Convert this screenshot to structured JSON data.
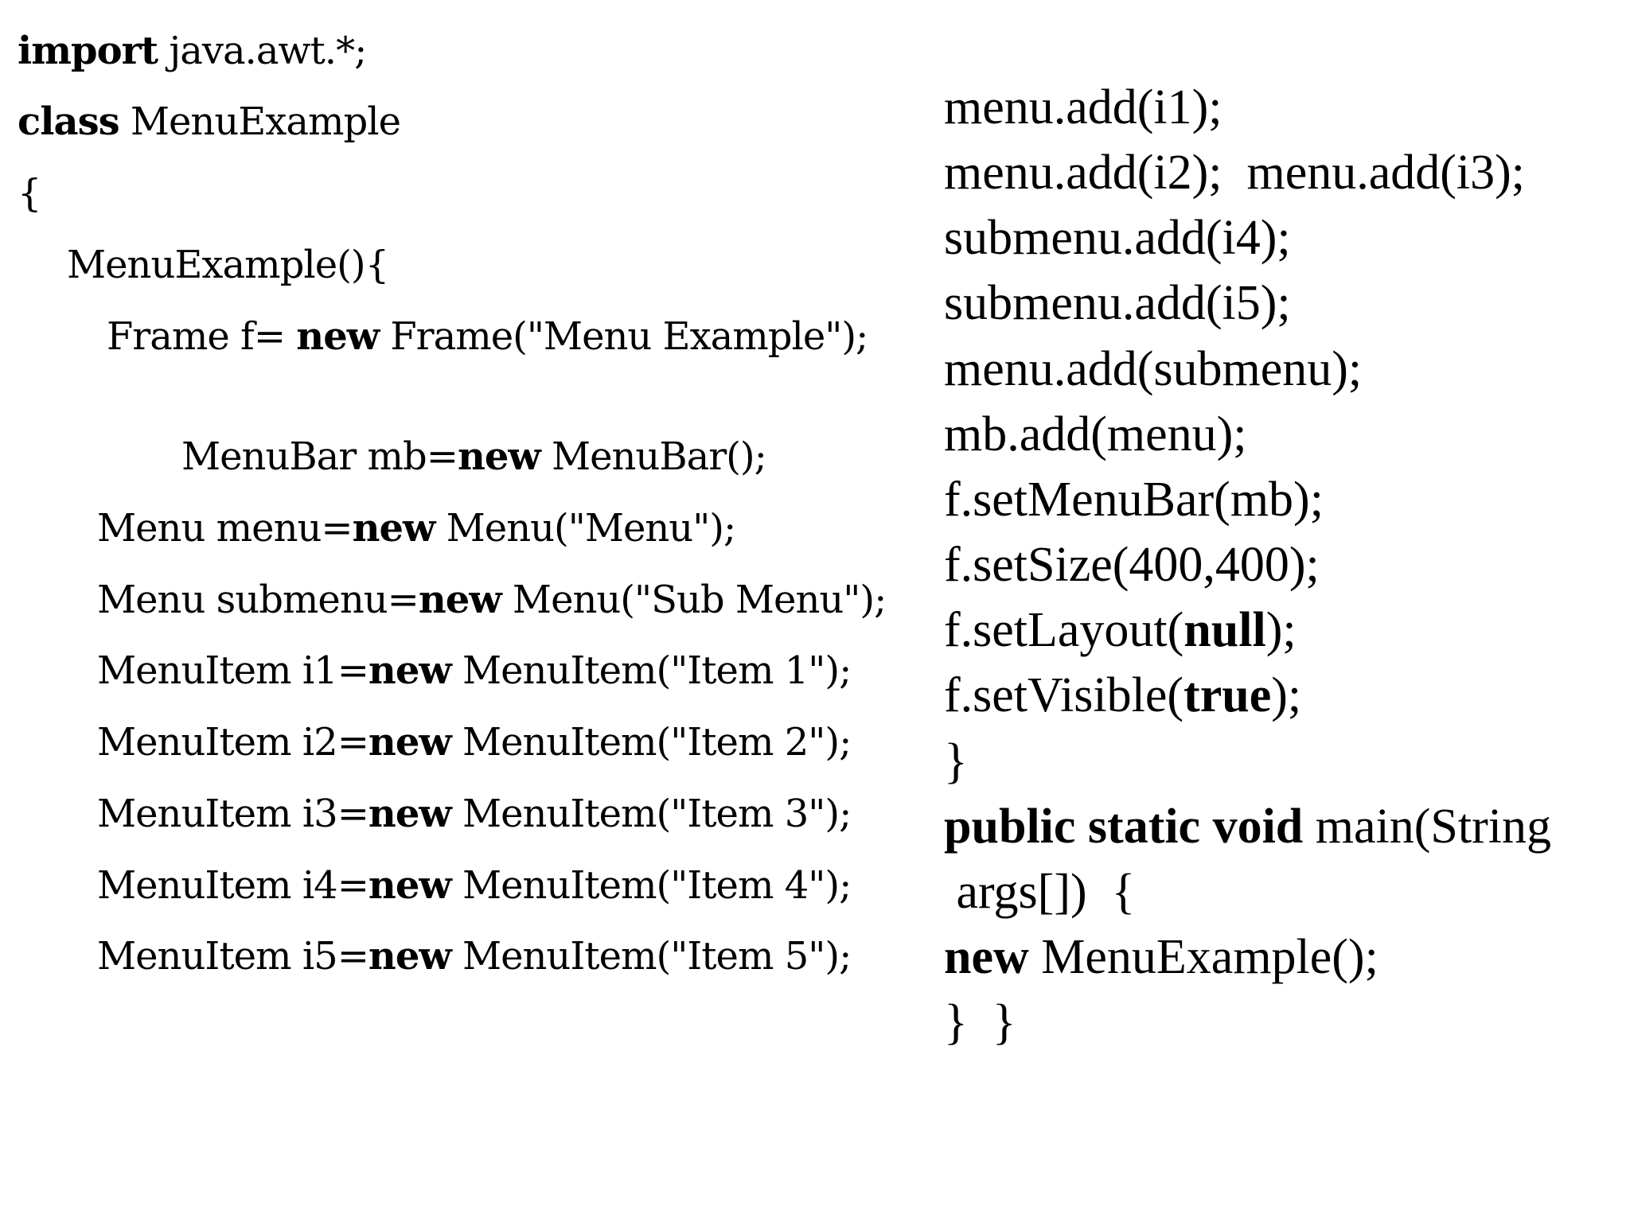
{
  "left_code": [
    {
      "segments": [
        {
          "text": "import",
          "bold": true
        },
        {
          "text": " java.awt.*;",
          "bold": false
        }
      ]
    },
    {
      "segments": [
        {
          "text": "class",
          "bold": true
        },
        {
          "text": " MenuExample",
          "bold": false
        }
      ]
    },
    {
      "segments": [
        {
          "text": "{",
          "bold": false
        }
      ]
    },
    {
      "segments": [
        {
          "text": "MenuExample(){",
          "bold": false
        }
      ]
    },
    {
      "segments": [
        {
          "text": "Frame f= ",
          "bold": false
        },
        {
          "text": "new",
          "bold": true
        },
        {
          "text": " Frame(\"Menu Example\");",
          "bold": false
        }
      ]
    },
    {
      "segments": [
        {
          "text": "MenuBar mb=",
          "bold": false
        },
        {
          "text": "new",
          "bold": true
        },
        {
          "text": " MenuBar();",
          "bold": false
        }
      ]
    },
    {
      "segments": [
        {
          "text": "Menu menu=",
          "bold": false
        },
        {
          "text": "new",
          "bold": true
        },
        {
          "text": " Menu(\"Menu\");",
          "bold": false
        }
      ]
    },
    {
      "segments": [
        {
          "text": "Menu submenu=",
          "bold": false
        },
        {
          "text": "new",
          "bold": true
        },
        {
          "text": " Menu(\"Sub Menu\");",
          "bold": false
        }
      ]
    },
    {
      "segments": [
        {
          "text": "MenuItem i1=",
          "bold": false
        },
        {
          "text": "new",
          "bold": true
        },
        {
          "text": " MenuItem(\"Item 1\");",
          "bold": false
        }
      ]
    },
    {
      "segments": [
        {
          "text": "MenuItem i2=",
          "bold": false
        },
        {
          "text": "new",
          "bold": true
        },
        {
          "text": " MenuItem(\"Item 2\");",
          "bold": false
        }
      ]
    },
    {
      "segments": [
        {
          "text": "MenuItem i3=",
          "bold": false
        },
        {
          "text": "new",
          "bold": true
        },
        {
          "text": " MenuItem(\"Item 3\");",
          "bold": false
        }
      ]
    },
    {
      "segments": [
        {
          "text": "MenuItem i4=",
          "bold": false
        },
        {
          "text": "new",
          "bold": true
        },
        {
          "text": " MenuItem(\"Item 4\");",
          "bold": false
        }
      ]
    },
    {
      "segments": [
        {
          "text": "MenuItem i5=",
          "bold": false
        },
        {
          "text": "new",
          "bold": true
        },
        {
          "text": " MenuItem(\"Item 5\");",
          "bold": false
        }
      ]
    }
  ],
  "right_code": [
    {
      "segments": [
        {
          "text": "menu.add(i1);",
          "bold": false
        }
      ]
    },
    {
      "segments": [
        {
          "text": "menu.add(i2);  menu.add(i3);",
          "bold": false
        }
      ]
    },
    {
      "segments": [
        {
          "text": "submenu.add(i4);",
          "bold": false
        }
      ]
    },
    {
      "segments": [
        {
          "text": "submenu.add(i5);",
          "bold": false
        }
      ]
    },
    {
      "segments": [
        {
          "text": "menu.add(submenu);",
          "bold": false
        }
      ]
    },
    {
      "segments": [
        {
          "text": "mb.add(menu);",
          "bold": false
        }
      ]
    },
    {
      "segments": [
        {
          "text": "f.setMenuBar(mb);",
          "bold": false
        }
      ]
    },
    {
      "segments": [
        {
          "text": "f.setSize(400,400);",
          "bold": false
        }
      ]
    },
    {
      "segments": [
        {
          "text": "f.setLayout(",
          "bold": false
        },
        {
          "text": "null",
          "bold": true
        },
        {
          "text": ");",
          "bold": false
        }
      ]
    },
    {
      "segments": [
        {
          "text": "f.setVisible(",
          "bold": false
        },
        {
          "text": "true",
          "bold": true
        },
        {
          "text": ");",
          "bold": false
        }
      ]
    },
    {
      "segments": [
        {
          "text": "}",
          "bold": false
        }
      ]
    },
    {
      "segments": [
        {
          "text": "public static void",
          "bold": true
        },
        {
          "text": " main(String",
          "bold": false
        }
      ]
    },
    {
      "segments": [
        {
          "text": " args[])  {",
          "bold": false
        }
      ]
    },
    {
      "segments": [
        {
          "text": "new",
          "bold": true
        },
        {
          "text": " MenuExample();",
          "bold": false
        }
      ]
    },
    {
      "segments": [
        {
          "text": "}  }",
          "bold": false
        }
      ]
    }
  ]
}
